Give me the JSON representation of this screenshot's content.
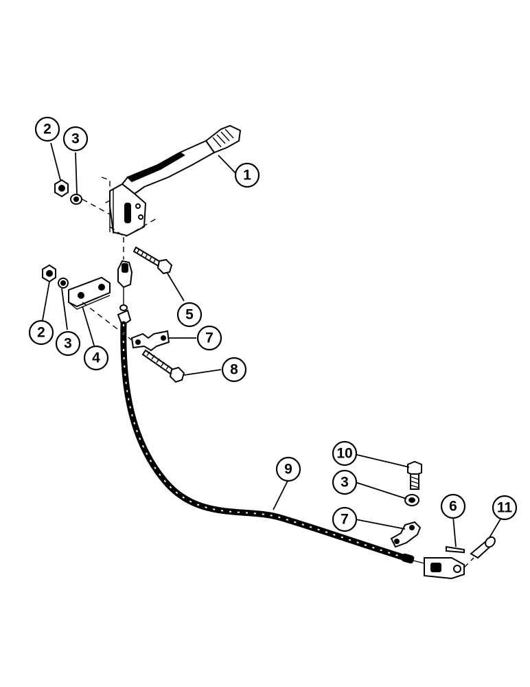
{
  "callouts": [
    {
      "label": "1"
    },
    {
      "label": "2"
    },
    {
      "label": "3"
    },
    {
      "label": "5"
    },
    {
      "label": "2"
    },
    {
      "label": "3"
    },
    {
      "label": "4"
    },
    {
      "label": "7"
    },
    {
      "label": "8"
    },
    {
      "label": "9"
    },
    {
      "label": "10"
    },
    {
      "label": "3"
    },
    {
      "label": "7"
    },
    {
      "label": "6"
    },
    {
      "label": "11"
    }
  ],
  "colors": {
    "ink": "#000000",
    "paper": "#ffffff"
  }
}
